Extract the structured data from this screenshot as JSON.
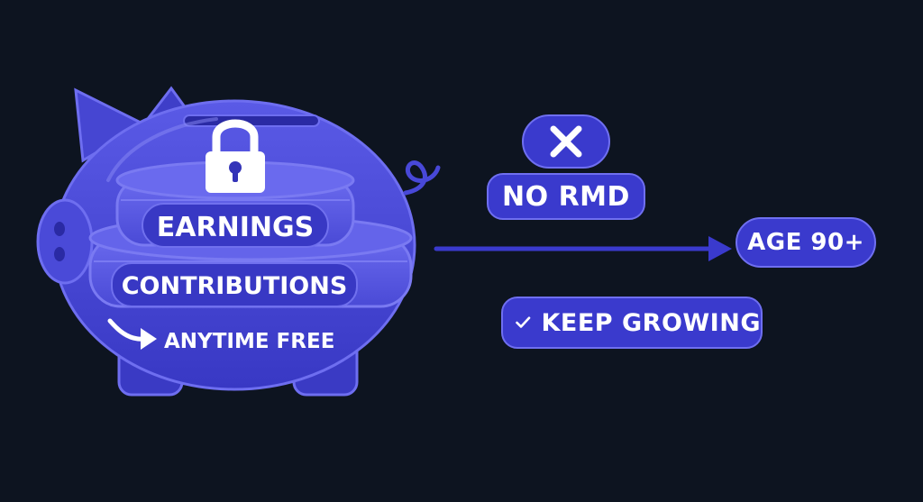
{
  "colors": {
    "background": "#0d1420",
    "piggy_fill": "#4848d8",
    "piggy_dark": "#3434b8",
    "piggy_light": "#6e6ef0",
    "coin_fill": "#5a5ae0",
    "coin_edge": "#7a7af2",
    "pill_fill": "#3a3acd",
    "text": "#ffffff"
  },
  "icons": {
    "lock": "lock-icon",
    "cross": "x-icon",
    "check": "check-icon",
    "curved_arrow": "curved-arrow-icon",
    "timeline_arrow": "arrow-right-icon"
  },
  "piggy": {
    "earnings_label": "EARNINGS",
    "contributions_label": "CONTRIBUTIONS",
    "withdrawal_label": "ANYTIME FREE"
  },
  "rmd": {
    "label": "NO RMD"
  },
  "timeline": {
    "age_label": "AGE 90+"
  },
  "growth": {
    "label": "KEEP GROWING"
  }
}
